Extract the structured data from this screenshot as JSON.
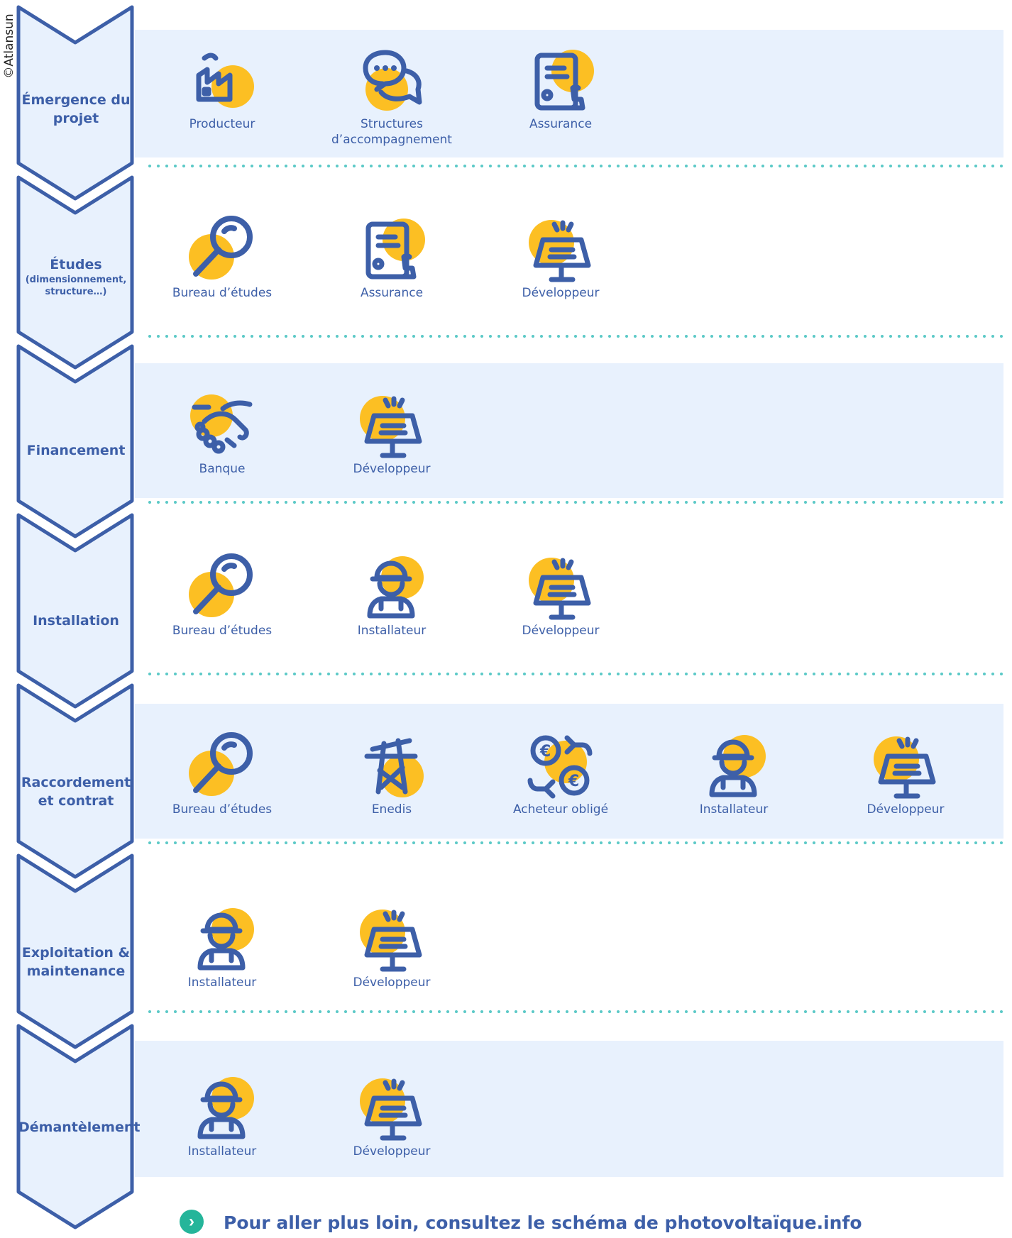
{
  "credit": "©Atlansun",
  "colors": {
    "primary": "#3d5fa8",
    "accent": "#fcbf23",
    "band": "#e8f1fd",
    "dots": "#5cc9c7",
    "link": "#25b59a"
  },
  "stages": [
    {
      "label": "Émergence du projet",
      "sub": "",
      "actors": [
        {
          "name": "Producteur",
          "icon": "factory-icon"
        },
        {
          "name": "Structures d’accompagnement",
          "icon": "speech-bubbles-icon"
        },
        {
          "name": "Assurance",
          "icon": "contract-stamp-icon"
        }
      ]
    },
    {
      "label": "Études",
      "sub": "(dimensionnement, structure…)",
      "actors": [
        {
          "name": "Bureau d’études",
          "icon": "magnifier-icon"
        },
        {
          "name": "Assurance",
          "icon": "contract-stamp-icon"
        },
        {
          "name": "Développeur",
          "icon": "solar-panel-icon"
        }
      ]
    },
    {
      "label": "Financement",
      "sub": "",
      "actors": [
        {
          "name": "Banque",
          "icon": "handshake-icon"
        },
        {
          "name": "Développeur",
          "icon": "solar-panel-icon"
        }
      ]
    },
    {
      "label": "Installation",
      "sub": "",
      "actors": [
        {
          "name": "Bureau d’études",
          "icon": "magnifier-icon"
        },
        {
          "name": "Installateur",
          "icon": "worker-icon"
        },
        {
          "name": "Développeur",
          "icon": "solar-panel-icon"
        }
      ]
    },
    {
      "label": "Raccordement et contrat",
      "sub": "",
      "actors": [
        {
          "name": "Bureau d’études",
          "icon": "magnifier-icon"
        },
        {
          "name": "Enedis",
          "icon": "pylon-icon"
        },
        {
          "name": "Acheteur obligé",
          "icon": "euro-exchange-icon"
        },
        {
          "name": "Installateur",
          "icon": "worker-icon"
        },
        {
          "name": "Développeur",
          "icon": "solar-panel-icon"
        }
      ]
    },
    {
      "label": "Exploitation & maintenance",
      "sub": "",
      "actors": [
        {
          "name": "Installateur",
          "icon": "worker-icon"
        },
        {
          "name": "Développeur",
          "icon": "solar-panel-icon"
        }
      ]
    },
    {
      "label": "Démantèlement",
      "sub": "",
      "actors": [
        {
          "name": "Installateur",
          "icon": "worker-icon"
        },
        {
          "name": "Développeur",
          "icon": "solar-panel-icon"
        }
      ]
    }
  ],
  "footer": {
    "link_text": "Pour aller plus loin, consultez le schéma de photovoltaïque.info"
  }
}
